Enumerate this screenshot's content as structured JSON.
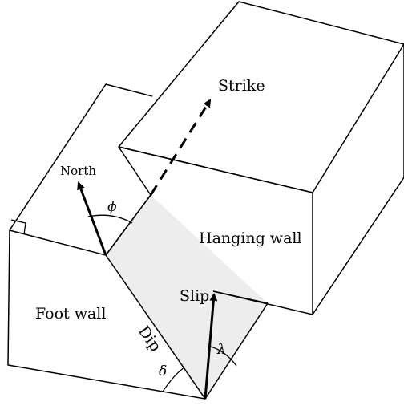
{
  "labels": {
    "strike": "Strike",
    "north": "North",
    "hanging_wall": "Hanging wall",
    "foot_wall": "Foot wall",
    "slip": "Slip",
    "dip": "Dip",
    "phi": "ϕ",
    "delta": "δ",
    "lambda": "λ"
  },
  "colors": {
    "line": "#000000",
    "fault_plane_fill": "#ededed",
    "background": "#ffffff"
  }
}
